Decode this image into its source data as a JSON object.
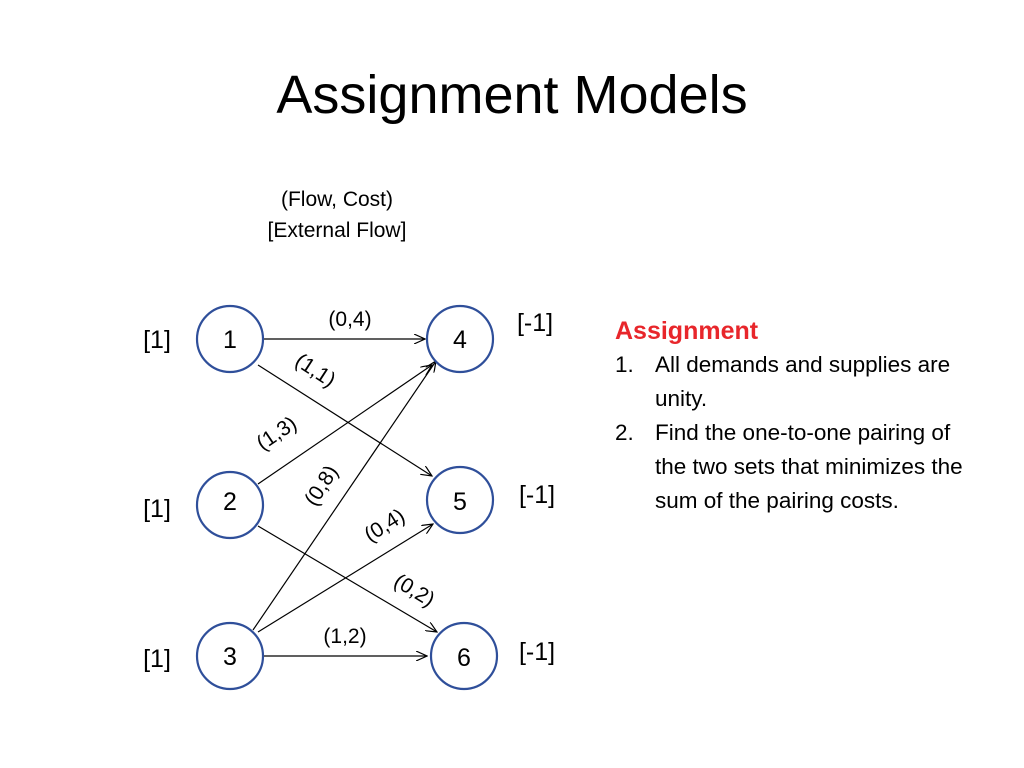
{
  "slide": {
    "title": "Assignment Models"
  },
  "legend": {
    "line1": "(Flow, Cost)",
    "line2": "[External Flow]"
  },
  "diagram": {
    "nodes": [
      {
        "id": "1",
        "label": "1",
        "external_flow": "[1]"
      },
      {
        "id": "2",
        "label": "2",
        "external_flow": "[1]"
      },
      {
        "id": "3",
        "label": "3",
        "external_flow": "[1]"
      },
      {
        "id": "4",
        "label": "4",
        "external_flow": "[-1]"
      },
      {
        "id": "5",
        "label": "5",
        "external_flow": "[-1]"
      },
      {
        "id": "6",
        "label": "6",
        "external_flow": "[-1]"
      }
    ],
    "edges": [
      {
        "from": "1",
        "to": "4",
        "label": "(0,4)",
        "flow": 0,
        "cost": 4
      },
      {
        "from": "1",
        "to": "5",
        "label": "(1,1)",
        "flow": 1,
        "cost": 1
      },
      {
        "from": "2",
        "to": "4",
        "label": "(1,3)",
        "flow": 1,
        "cost": 3
      },
      {
        "from": "2",
        "to": "6",
        "label": "(0,2)",
        "flow": 0,
        "cost": 2
      },
      {
        "from": "3",
        "to": "4",
        "label": "(0,8)",
        "flow": 0,
        "cost": 8
      },
      {
        "from": "3",
        "to": "5",
        "label": "(0,4)",
        "flow": 0,
        "cost": 4
      },
      {
        "from": "3",
        "to": "6",
        "label": "(1,2)",
        "flow": 1,
        "cost": 2
      }
    ]
  },
  "panel": {
    "heading": "Assignment",
    "heading_color": "#e8262b",
    "items": [
      {
        "number": "1.",
        "text": "All demands and supplies are unity."
      },
      {
        "number": "2.",
        "text": "Find the one-to-one pairing of the two sets that minimizes the sum of the pairing costs."
      }
    ]
  },
  "colors": {
    "node_outline": "#2f4f9a",
    "edge": "#000000"
  }
}
